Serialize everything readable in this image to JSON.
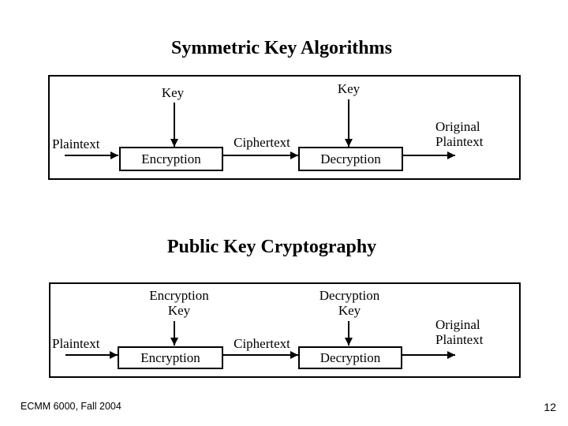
{
  "slide": {
    "title_symmetric": "Symmetric Key Algorithms",
    "title_public": "Public Key Cryptography"
  },
  "colors": {
    "ink": "#000000",
    "background": "#ffffff"
  },
  "sym": {
    "key_left": "Key",
    "key_right": "Key",
    "plaintext": "Plaintext",
    "encryption": "Encryption",
    "ciphertext": "Ciphertext",
    "decryption": "Decryption",
    "original_line1": "Original",
    "original_line2": "Plaintext"
  },
  "pub": {
    "enc_key_line1": "Encryption",
    "enc_key_line2": "Key",
    "dec_key_line1": "Decryption",
    "dec_key_line2": "Key",
    "plaintext": "Plaintext",
    "encryption": "Encryption",
    "ciphertext": "Ciphertext",
    "decryption": "Decryption",
    "original_line1": "Original",
    "original_line2": "Plaintext"
  },
  "footer": {
    "course": "ECMM 6000, Fall 2004",
    "page": "12"
  }
}
